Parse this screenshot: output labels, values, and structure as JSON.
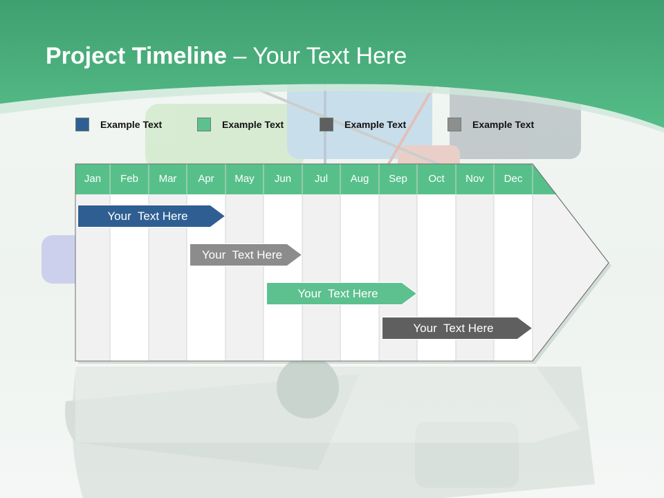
{
  "slide": {
    "title_bold": "Project Timeline",
    "title_rest": " – Your Text Here"
  },
  "colors": {
    "header_green": "#43ad7a",
    "header_green_light": "#5cc38f",
    "month_bar": "#57c08a",
    "blue": "#2f5f92",
    "gray": "#8c8c8c",
    "green": "#5cc18f",
    "dark_gray": "#5f5f5f"
  },
  "legend": [
    {
      "label": "Example Text",
      "color": "#2f5f92"
    },
    {
      "label": "Example Text",
      "color": "#5cc18f"
    },
    {
      "label": "Example Text",
      "color": "#5f5f5f"
    },
    {
      "label": "Example Text",
      "color": "#8e8e8e"
    }
  ],
  "months": [
    "Jan",
    "Feb",
    "Mar",
    "Apr",
    "May",
    "Jun",
    "Jul",
    "Aug",
    "Sep",
    "Oct",
    "Nov",
    "Dec"
  ],
  "tasks": [
    {
      "label": "Your  Text Here",
      "color": "#2f5f92",
      "start_month": "Jan",
      "end_month": "Apr"
    },
    {
      "label": "Your  Text Here",
      "color": "#8c8c8c",
      "start_month": "Apr",
      "end_month": "Jun"
    },
    {
      "label": "Your  Text Here",
      "color": "#5cc18f",
      "start_month": "Jun",
      "end_month": "Sep"
    },
    {
      "label": "Your  Text Here",
      "color": "#5f5f5f",
      "start_month": "Sep",
      "end_month": "Dec"
    }
  ]
}
